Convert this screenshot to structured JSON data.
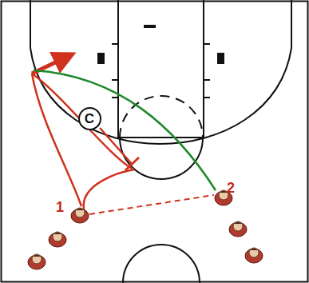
{
  "diagram": {
    "nodes": [
      {
        "text": [
          "C"
        ]
      }
    ],
    "labels": [
      "1",
      "2"
    ]
  }
}
